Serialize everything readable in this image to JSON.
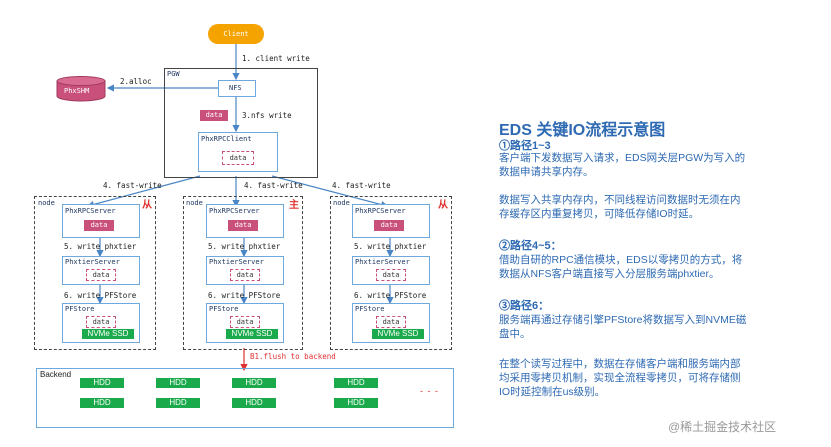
{
  "client": "Client",
  "steps": {
    "client_write": "1. client write",
    "alloc": "2.alloc",
    "nfs_write": "3.nfs write",
    "fast_write": "4. fast-write",
    "write_phxtier": "5. write phxtier",
    "write_pfstore": "6. write PFStore",
    "flush": "B1.flush to backend"
  },
  "phxshm": "PhxSHM",
  "pgw": {
    "label": "PGW",
    "nfs": "NFS",
    "client": "PhxRPCClient"
  },
  "data_label": "data",
  "node_label": "node",
  "roles": {
    "slave": "从",
    "master": "主"
  },
  "node_parts": {
    "server": "PhxRPCServer",
    "tier": "PhxtierServer",
    "store": "PFStore",
    "ssd": "NVMe SSD"
  },
  "backend": {
    "label": "Backend",
    "hdd": "HDD",
    "dots": "- - -"
  },
  "right_text": {
    "title": "EDS 关键IO流程示意图",
    "path1_title": "①路径1~3",
    "path1_lines": [
      "客户端下发数据写入请求，EDS网关层PGW为写入的",
      "数据申请共享内存。",
      "",
      "数据写入共享内存内，不同线程访问数据时无须在内",
      "存缓存区内重复拷贝，可降低存储IO时延。"
    ],
    "path2_title": "②路径4~5：",
    "path2_lines": [
      "借助自研的RPC通信模块，EDS以零拷贝的方式，将",
      "数据从NFS客户端直接写入分层服务端phxtier。"
    ],
    "path3_title": "③路径6：",
    "path3_lines": [
      "服务端再通过存储引擎PFStore将数据写入到NVME磁",
      "盘中。",
      "",
      "在整个读写过程中，数据在存储客户端和服务端内部",
      "均采用零拷贝机制，实现全流程零拷贝，可将存储侧",
      "IO时延控制在us级别。"
    ],
    "watermark": "@稀土掘金技术社区"
  },
  "colors": {
    "accent_blue": "#2e6ab3",
    "data_pink": "#c9507a",
    "ssd_green": "#1aaa4b",
    "client_orange": "#f4a300",
    "flush_red": "#e03131"
  }
}
